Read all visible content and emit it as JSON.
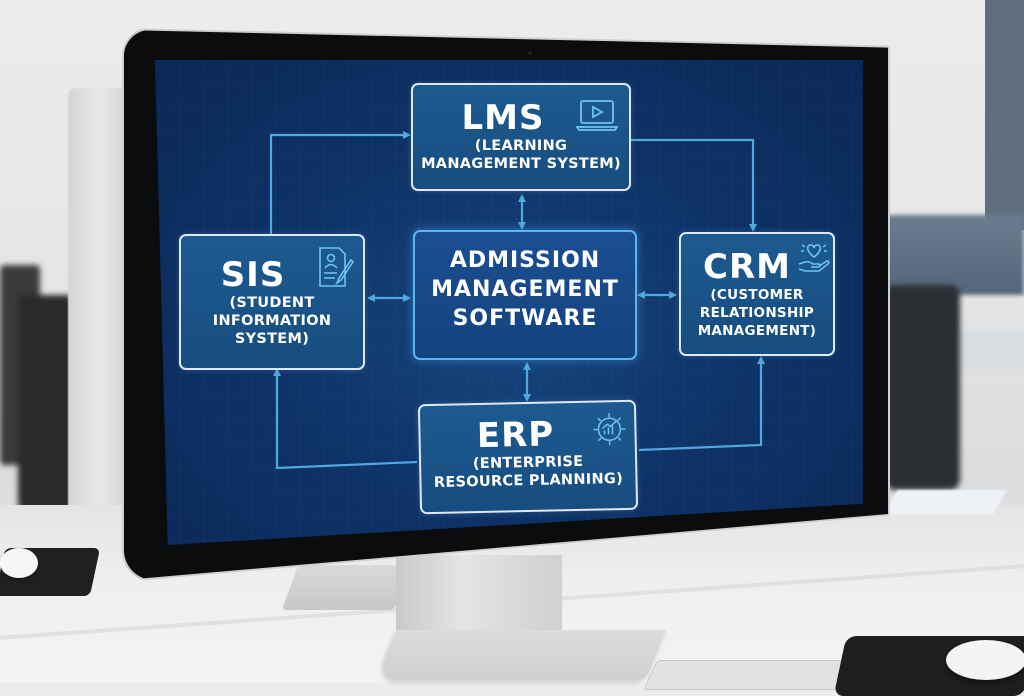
{
  "diagram": {
    "center": {
      "label_lines": [
        "ADMISSION",
        "MANAGEMENT",
        "SOFTWARE"
      ]
    },
    "nodes": {
      "lms": {
        "abbr": "LMS",
        "full_lines": [
          "(LEARNING",
          "MANAGEMENT SYSTEM)"
        ],
        "icon": "laptop-play-icon"
      },
      "sis": {
        "abbr": "SIS",
        "full_lines": [
          "(STUDENT",
          "INFORMATION",
          "SYSTEM)"
        ],
        "icon": "student-document-pen-icon"
      },
      "crm": {
        "abbr": "CRM",
        "full_lines": [
          "(CUSTOMER",
          "RELATIONSHIP",
          "MANAGEMENT)"
        ],
        "icon": "heart-hand-icon"
      },
      "erp": {
        "abbr": "ERP",
        "full_lines": [
          "(ENTERPRISE",
          "RESOURCE PLANNING)"
        ],
        "icon": "gear-chart-icon"
      }
    },
    "connections": [
      {
        "from": "center",
        "to": "lms",
        "type": "bidirectional"
      },
      {
        "from": "center",
        "to": "sis",
        "type": "bidirectional"
      },
      {
        "from": "center",
        "to": "crm",
        "type": "bidirectional"
      },
      {
        "from": "center",
        "to": "erp",
        "type": "bidirectional"
      },
      {
        "from": "sis",
        "to": "lms",
        "type": "arrow"
      },
      {
        "from": "lms",
        "to": "crm",
        "type": "arrow"
      },
      {
        "from": "erp",
        "to": "crm",
        "type": "arrow"
      },
      {
        "from": "erp",
        "to": "sis",
        "type": "arrow"
      }
    ]
  },
  "colors": {
    "screen_bg": "#0f3469",
    "node_fill": "#1a5489",
    "node_border": "#dfe8f2",
    "center_border": "#5cb4f0",
    "connector": "#4fa8e0",
    "text": "#ffffff"
  }
}
